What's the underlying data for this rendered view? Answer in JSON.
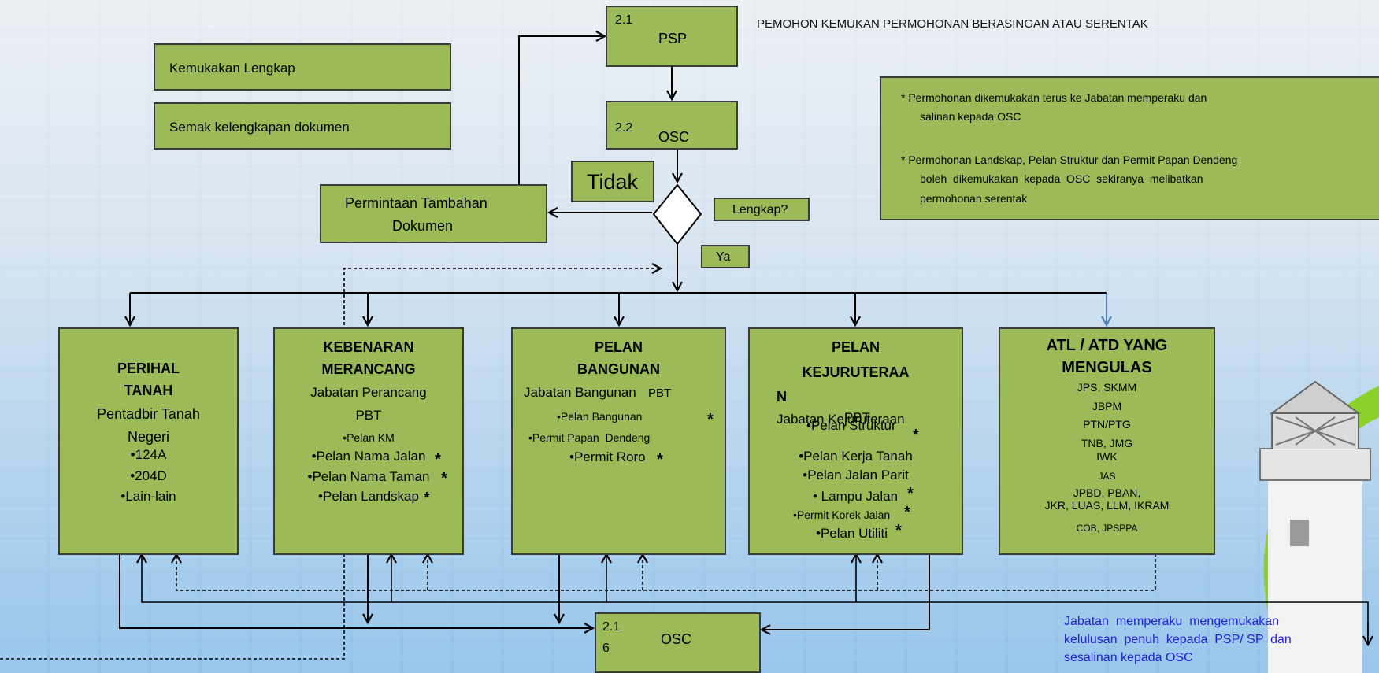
{
  "header": {
    "title": "PEMOHON KEMUKAN PERMOHONAN BERASINGAN ATAU SERENTAK"
  },
  "top_boxes": {
    "kemukan": "Kemukakan Lengkap",
    "semak": "Semak kelengkapan dokumen",
    "psp_num": "2.1",
    "psp_label": "PSP",
    "osc_num": "2.2",
    "osc_label": "OSC",
    "tidak": "Tidak",
    "lengkap": "Lengkap?",
    "ya": "Ya",
    "permintaan_line1": "Permintaan Tambahan",
    "permintaan_line2": "Dokumen"
  },
  "info_box": {
    "line1": "* Permohonan dikemukakan terus ke Jabatan memperaku dan",
    "line2": "salinan kepada OSC",
    "line3": "* Permohonan Landskap, Pelan Struktur dan Permit Papan Dendeng",
    "line4": "boleh  dikemukakan  kepada  OSC  sekiranya  melibatkan",
    "line5": "permohonan serentak"
  },
  "columns": {
    "perihal": {
      "title1": "PERIHAL",
      "title2": "TANAH",
      "sub1": "Pentadbir Tanah",
      "sub2": "Negeri",
      "i1": "•124A",
      "i2": "•204D",
      "i3": "•Lain-lain"
    },
    "kebenaran": {
      "title1": "KEBENARAN",
      "title2": "MERANCANG",
      "sub1": "Jabatan Perancang",
      "sub2": "PBT",
      "i1": "•Pelan KM",
      "i2": "•Pelan Nama Jalan",
      "i3": "•Pelan Nama Taman",
      "i4": "•Pelan Landskap"
    },
    "bangunan": {
      "title1": "PELAN",
      "title2": "BANGUNAN",
      "sub1": "Jabatan Bangunan",
      "sub1b": "PBT",
      "i1": "•Pelan Bangunan",
      "i2": "•Permit Papan  Dendeng",
      "i3": "•Permit Roro"
    },
    "kejuruteraan": {
      "title1": "PELAN",
      "title2": "KEJURUTERAA",
      "title3": "N",
      "sub1": "Jabatan Kejuruteraan",
      "sub1b": "PBT",
      "i1": "•Pelan Struktur",
      "i2": "•Pelan Kerja Tanah",
      "i3": "•Pelan Jalan Parit",
      "i4": "• Lampu Jalan",
      "i5": "•Permit Korek Jalan",
      "i6": "•Pelan Utiliti"
    },
    "atl": {
      "title1": "ATL / ATD YANG",
      "title2": "MENGULAS",
      "i1": "JPS, SKMM",
      "i2": "JBPM",
      "i3": "PTN/PTG",
      "i4": "TNB, JMG",
      "i5": "IWK",
      "i6": "JAS",
      "i7": "JPBD, PBAN,",
      "i8": "JKR, LUAS, LLM, IKRAM",
      "i9": "COB, JPSPPA"
    }
  },
  "star": "*",
  "bottom": {
    "osc_num1": "2.1",
    "osc_num2": "6",
    "osc_label": "OSC"
  },
  "note": {
    "line1": "Jabatan  memperaku  mengemukakan",
    "line2": "kelulusan  penuh  kepada  PSP/ SP  dan",
    "line3": "sesalinan kepada OSC"
  },
  "colors": {
    "box_fill": "#9bbb59",
    "note_text": "#1f1fd6",
    "atl_arrow": "#4f81bd"
  }
}
